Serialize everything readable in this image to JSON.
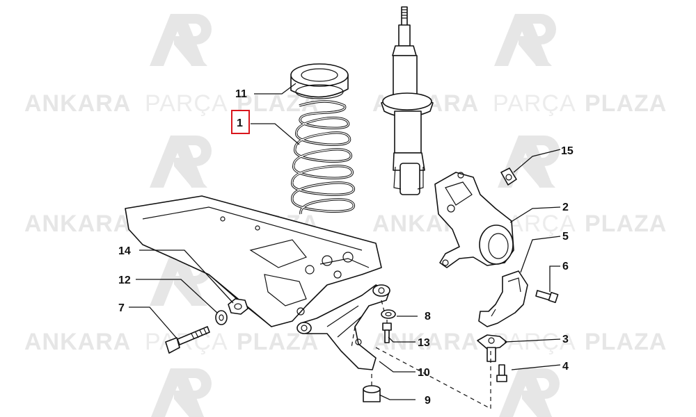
{
  "watermark": {
    "brand_light": "PARÇA",
    "brand_dark_1": "ANKARA",
    "brand_dark_2": "PLAZA",
    "logo_icon": "ap-logo-icon"
  },
  "callouts": {
    "c1": "1",
    "c2": "2",
    "c3": "3",
    "c4": "4",
    "c5": "5",
    "c6": "6",
    "c7": "7",
    "c8": "8",
    "c9": "9",
    "c10": "10",
    "c11": "11",
    "c12": "12",
    "c13": "13",
    "c14": "14",
    "c15": "15"
  },
  "highlight": {
    "part": "1",
    "color": "#d9161c"
  },
  "colors": {
    "line": "#111111",
    "watermark": "#e3e3e3"
  }
}
